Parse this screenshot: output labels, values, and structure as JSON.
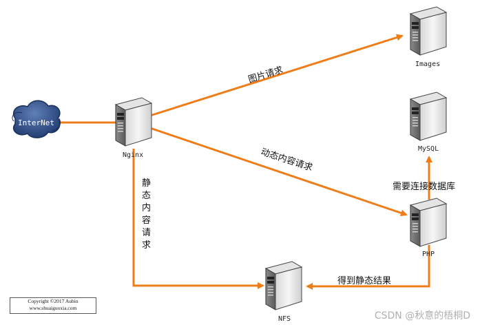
{
  "nodes": {
    "internet": "InterNet",
    "nginx": "Nginx",
    "images": "Images",
    "mysql": "MySQL",
    "php": "PHP",
    "nfs": "NFS"
  },
  "edges": {
    "image_request": "图片请求",
    "dynamic_request": "动态内容请求",
    "static_request": [
      "静",
      "态",
      "内",
      "容",
      "请",
      "求"
    ],
    "db_connect": "需要连接数据库",
    "static_result": "得到静态结果"
  },
  "footer": {
    "copyright_line1": "Copyright ©2017 Aubin",
    "copyright_line2": "www.shuaiguoxia.com",
    "watermark": "CSDN @秋意的梧桐D"
  },
  "colors": {
    "edge": "#f07c18",
    "server_body": "#eeeeee",
    "cloud": "#2f4f86"
  }
}
